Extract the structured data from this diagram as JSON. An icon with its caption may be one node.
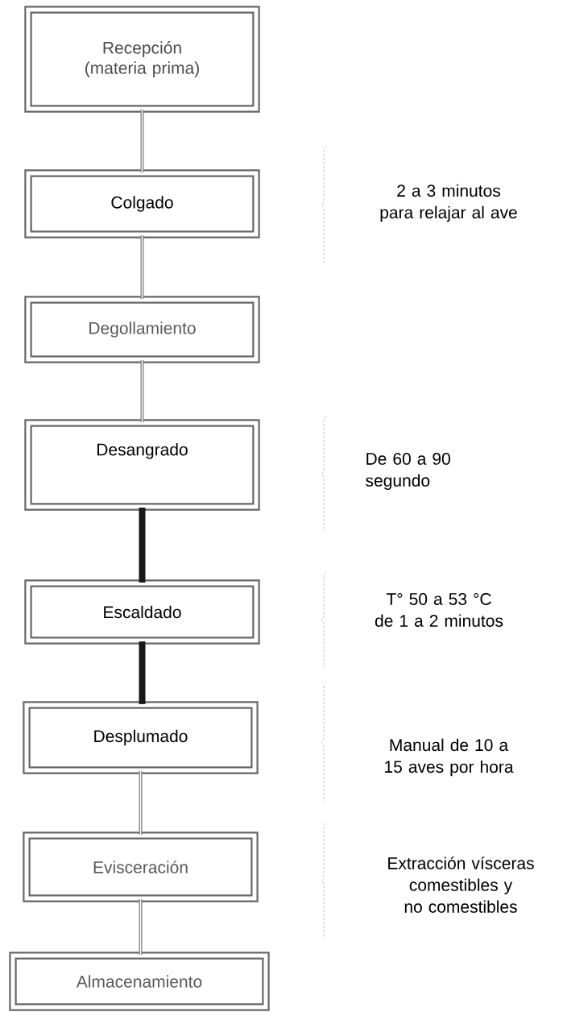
{
  "diagram": {
    "nodes": [
      {
        "text": [
          "Recepción (materia prima)"
        ]
      },
      {
        "text": [
          "Colgado"
        ]
      },
      {
        "text": [
          "Degollamiento"
        ]
      },
      {
        "text": [
          "Desangrado"
        ]
      },
      {
        "text": [
          "Escaldado"
        ]
      },
      {
        "text": [
          "Desplumado"
        ]
      },
      {
        "text": [
          "Evisceración"
        ]
      },
      {
        "text": [
          "Almacenamiento"
        ]
      }
    ],
    "edges": [
      {
        "from": 0,
        "to": 1,
        "arrow": "none"
      },
      {
        "from": 1,
        "to": 2,
        "arrow": "none"
      },
      {
        "from": 2,
        "to": 3,
        "arrow": "none"
      },
      {
        "from": 3,
        "to": 4,
        "arrow": "none",
        "style": "thick"
      },
      {
        "from": 4,
        "to": 5,
        "arrow": "none",
        "style": "thick"
      },
      {
        "from": 5,
        "to": 6,
        "arrow": "none"
      },
      {
        "from": 6,
        "to": 7,
        "arrow": "none"
      }
    ],
    "labels": [
      "2 a 3 minutos para relajar al ave",
      "De 60 a 90 segundo",
      "T° 50 a 53 °C de 1 a 2 minutos",
      "Manual de 10 a 15 aves por hora",
      "Extracción vísceras comestibles y no comestibles"
    ]
  }
}
